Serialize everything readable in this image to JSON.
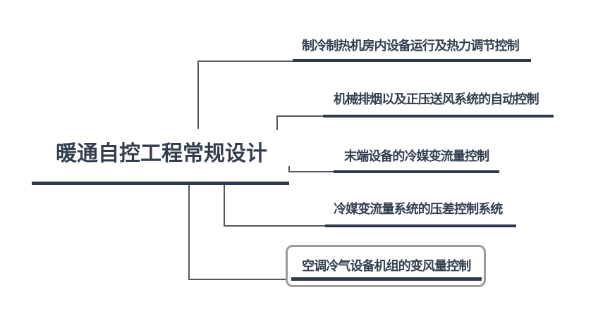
{
  "mindmap": {
    "root": {
      "label": "暖通自控工程常规设计"
    },
    "branches": [
      {
        "label": "制冷制热机房内设备运行及热力调节控制",
        "selected": false
      },
      {
        "label": "机械排烟以及正压送风系统的自动控制",
        "selected": false
      },
      {
        "label": "末端设备的冷媒变流量控制",
        "selected": false
      },
      {
        "label": "冷媒变流量系统的压差控制系统",
        "selected": false
      },
      {
        "label": "空调冷气设备机组的变风量控制",
        "selected": true
      }
    ],
    "colors": {
      "text": "#333f50",
      "thick_line": "#2e3b4d",
      "thin_line": "#54585f",
      "selection_border": "#9b9b9b",
      "background": "#ffffff"
    }
  }
}
